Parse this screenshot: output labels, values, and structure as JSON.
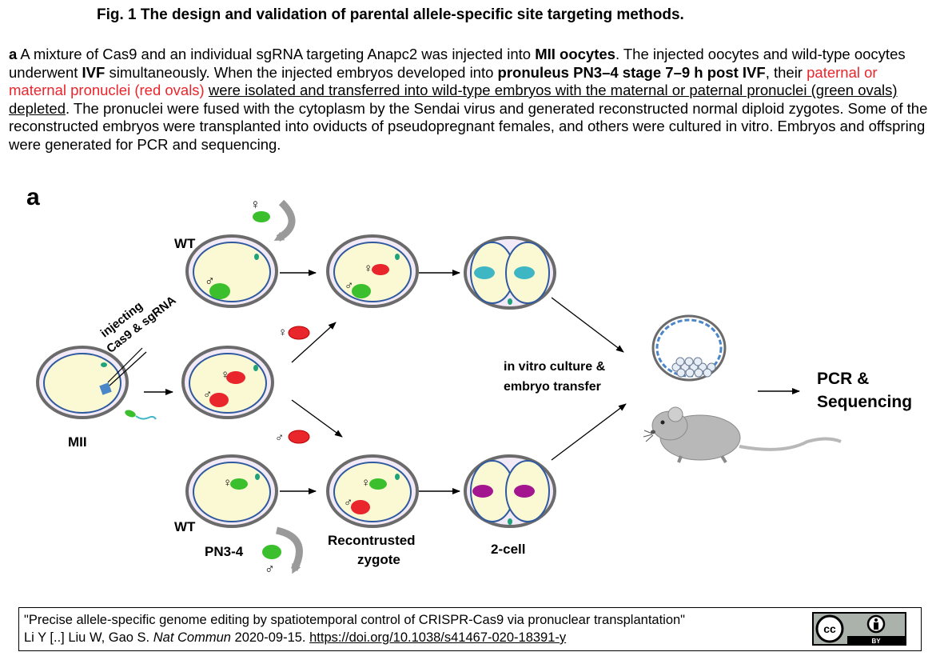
{
  "figure": {
    "title": "Fig. 1 The design and validation of parental allele-specific site targeting methods."
  },
  "legend": {
    "panel": "a",
    "p1": " A mixture of Cas9 and an individual sgRNA targeting Anapc2 was injected into ",
    "b1": "MII oocytes",
    "p2": ". The injected oocytes and wild-type oocytes underwent ",
    "b2": "IVF",
    "p3": " simultaneously. When the injected embryos developed into ",
    "b3": "pronuleus PN3–4 stage 7–9 h post IVF",
    "p4": ", their ",
    "red": "paternal or maternal pronuclei (red ovals)",
    "p5": " ",
    "underlined": "were isolated and transferred into wild-type embryos with the maternal or paternal pronuclei (green ovals) depleted",
    "p6": ". The pronuclei were fused with the cytoplasm by the Sendai virus and generated reconstructed normal diploid zygotes. Some of the reconstructed embryos were transplanted into oviducts of pseudopregnant females, and others were cultured in vitro. Embryos and offspring were generated for PCR and sequencing."
  },
  "diagram": {
    "panel_letter": "a",
    "labels": {
      "wt_top": "WT",
      "wt_bottom": "WT",
      "injecting_line1": "injecting",
      "injecting_line2": "Cas9 & sgRNA",
      "mii": "MII",
      "pn34": "PN3-4",
      "reconstructed_line1": "Recontrusted",
      "reconstructed_line2": "zygote",
      "two_cell": "2-cell",
      "in_vitro_line1": "in vitro culture &",
      "in_vitro_line2": "embryo transfer",
      "pcr_line1": "PCR &",
      "pcr_line2": "Sequencing"
    },
    "symbols": {
      "female": "♀",
      "male": "♂"
    },
    "colors": {
      "green_pronucleus": "#3cbf2c",
      "red_pronucleus": "#e8262b",
      "cytoplasm": "#fbf9d4",
      "zona": "#6b6b6b",
      "membrane": "#2f5aa0",
      "perivitelline": "#f3eaf7",
      "teal_nucleus": "#3fb6c4",
      "purple_nucleus": "#a3168f",
      "mouse": "#b8b8b8",
      "cas9": "#4a86c8"
    }
  },
  "citation": {
    "line1": "\"Precise allele-specific genome editing by spatiotemporal control of CRISPR-Cas9 via pronuclear transplantation\"",
    "authors": "Li Y [..] Liu W, Gao S. ",
    "journal": "Nat Commun",
    "date": " 2020-09-15. ",
    "doi": "https://doi.org/10.1038/s41467-020-18391-y"
  },
  "license": {
    "cc": "cc",
    "by": "BY"
  }
}
